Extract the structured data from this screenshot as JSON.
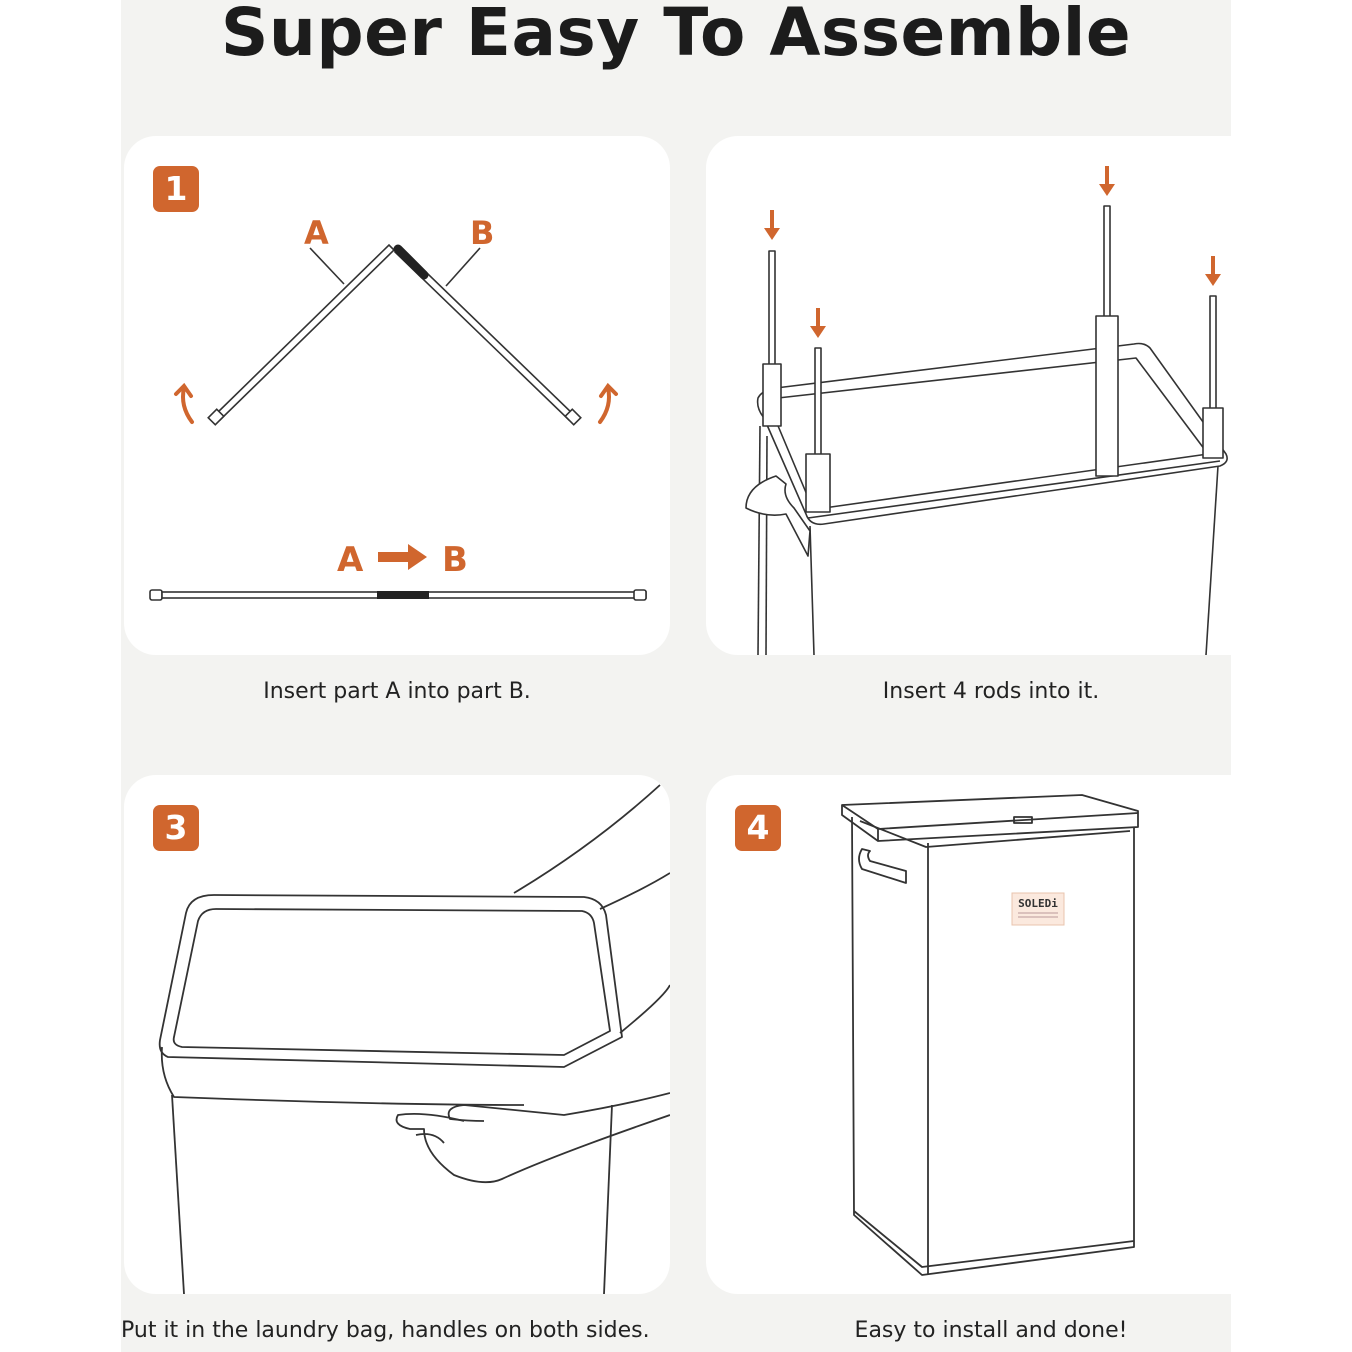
{
  "title": "Super Easy To Assemble",
  "accent_color": "#d0662e",
  "steps": [
    {
      "badge": "1",
      "caption": "Insert part A into part B.",
      "labels": {
        "a": "A",
        "b": "B",
        "a2": "A",
        "b2": "B"
      }
    },
    {
      "caption": "Insert 4 rods into it."
    },
    {
      "badge": "3",
      "caption": "Put it in the laundry bag, handles on both sides."
    },
    {
      "badge": "4",
      "caption": "Easy to install and done!",
      "brand": "SOLEDi"
    }
  ]
}
